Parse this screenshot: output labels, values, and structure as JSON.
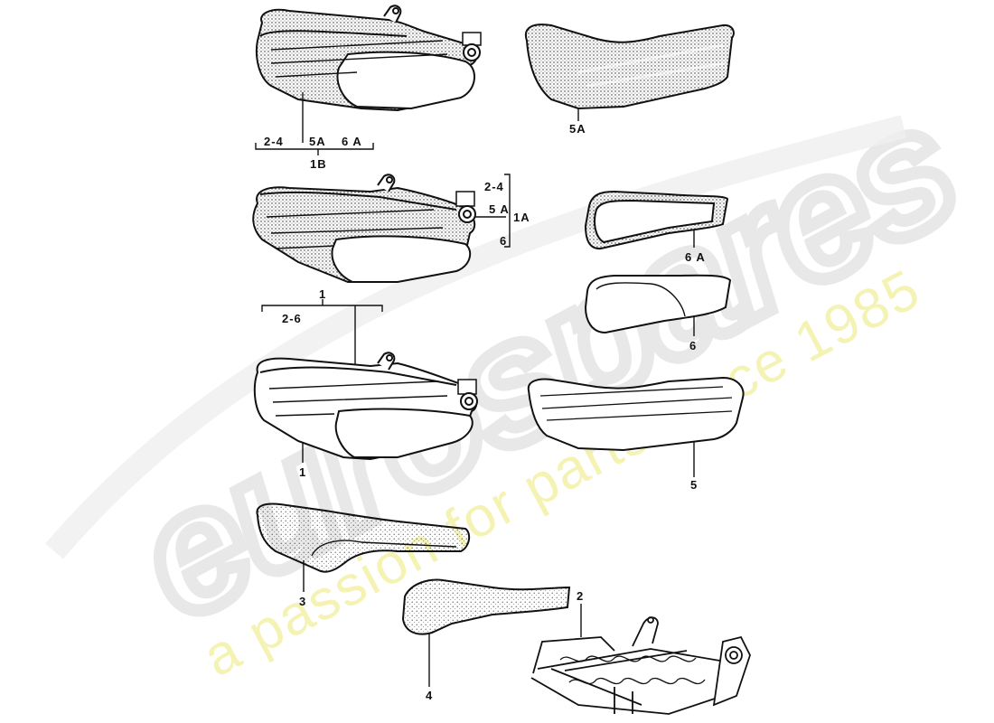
{
  "watermark": {
    "brand": "eurospares",
    "tagline": "a passion for parts since 1985",
    "brand_color": "#e8e8e8",
    "tagline_color": "#f3f0a0"
  },
  "parts": [
    {
      "id": "seat-cover-complete-1B",
      "label": "1B",
      "sub_labels": [
        "2-4",
        "5A",
        "6A"
      ]
    },
    {
      "id": "foam-pad-5A",
      "label": "5A"
    },
    {
      "id": "seat-complete-1A",
      "label": "1A",
      "sub_labels": [
        "2-4",
        "5A",
        "6"
      ]
    },
    {
      "id": "side-bolster-cover-6A",
      "label": "6A"
    },
    {
      "id": "side-bolster-cover-6",
      "label": "6"
    },
    {
      "id": "seat-complete-1",
      "label": "1",
      "sub_labels": [
        "2-6"
      ],
      "callout": "1"
    },
    {
      "id": "seat-cover-5",
      "label": "5"
    },
    {
      "id": "cushion-pad-3",
      "label": "3"
    },
    {
      "id": "side-pad-4",
      "label": "4"
    },
    {
      "id": "seat-frame-2",
      "label": "2"
    }
  ],
  "labels": {
    "b1_2_4": "2-4",
    "b1_5A": "5A",
    "b1_6A": "6 A",
    "b1_main": "1B",
    "pad_5A": "5A",
    "a1_2_4": "2-4",
    "a1_5A": "5 A",
    "a1_6": "6",
    "a1_main": "1A",
    "bol_6A": "6 A",
    "bol_6": "6",
    "s1_top": "1",
    "s1_2_6": "2-6",
    "s1_bottom": "1",
    "cover_5": "5",
    "pad_3": "3",
    "pad_4": "4",
    "frame_2": "2"
  }
}
